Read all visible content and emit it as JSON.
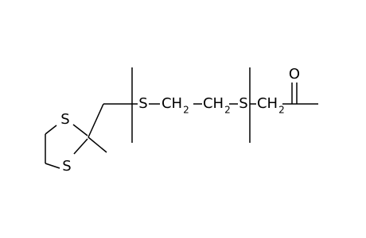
{
  "labels": {
    "s_ring_top": "S",
    "s_ring_bottom": "S",
    "s_chain_left": "S",
    "s_chain_right": "S",
    "oxygen": "O",
    "ch2_left_c": "CH",
    "ch2_left_sub": "2",
    "ch2_mid_c": "CH",
    "ch2_mid_sub": "2",
    "ch2_right_c": "CH",
    "ch2_right_sub": "2"
  }
}
